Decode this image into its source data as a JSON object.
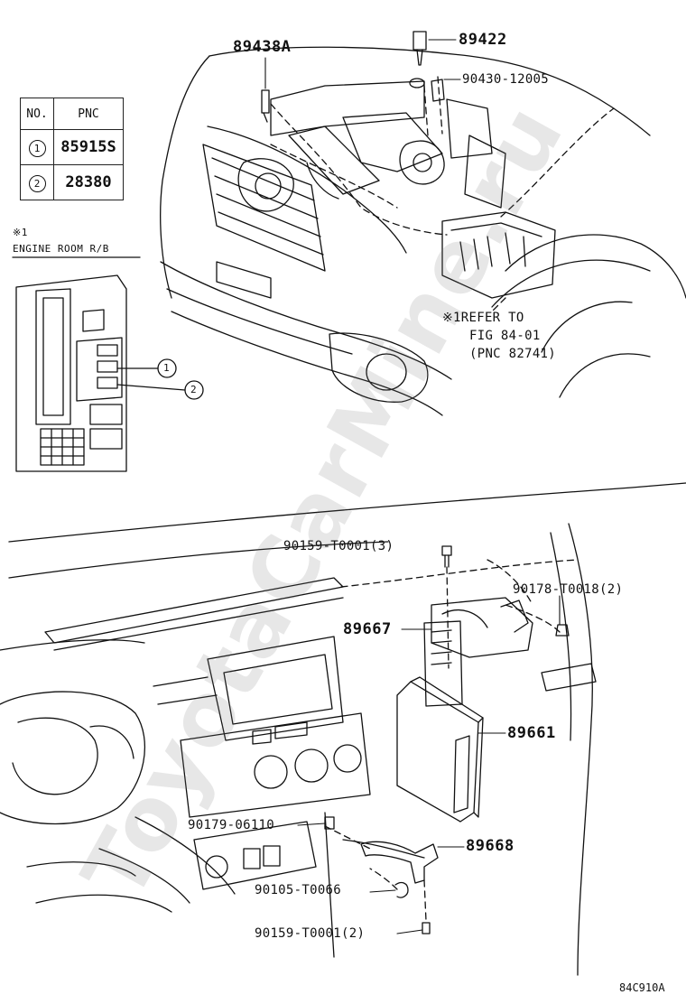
{
  "legend_table": {
    "headers": {
      "no": "NO.",
      "pnc": "PNC"
    },
    "rows": [
      {
        "no": "1",
        "pnc": "85915S"
      },
      {
        "no": "2",
        "pnc": "28380"
      }
    ]
  },
  "relay_block": {
    "note_mark": "※1",
    "title": "ENGINE ROOM R/B",
    "callouts": [
      "1",
      "2"
    ]
  },
  "refer_note": {
    "mark": "※1",
    "line1": "REFER TO",
    "line2": "FIG 84-01",
    "line3": "(PNC 82741)"
  },
  "parts": {
    "p89438A": "89438A",
    "p89422": "89422",
    "p90430": "90430-12005",
    "p90159a": "90159-T0001(3)",
    "p90178": "90178-T0018(2)",
    "p89667": "89667",
    "p89661": "89661",
    "p90179": "90179-06110",
    "p89668": "89668",
    "p90105": "90105-T0066",
    "p90159b": "90159-T0001(2)"
  },
  "figure_code": "84C910A",
  "watermark": "ToyotaCarMine.ru"
}
